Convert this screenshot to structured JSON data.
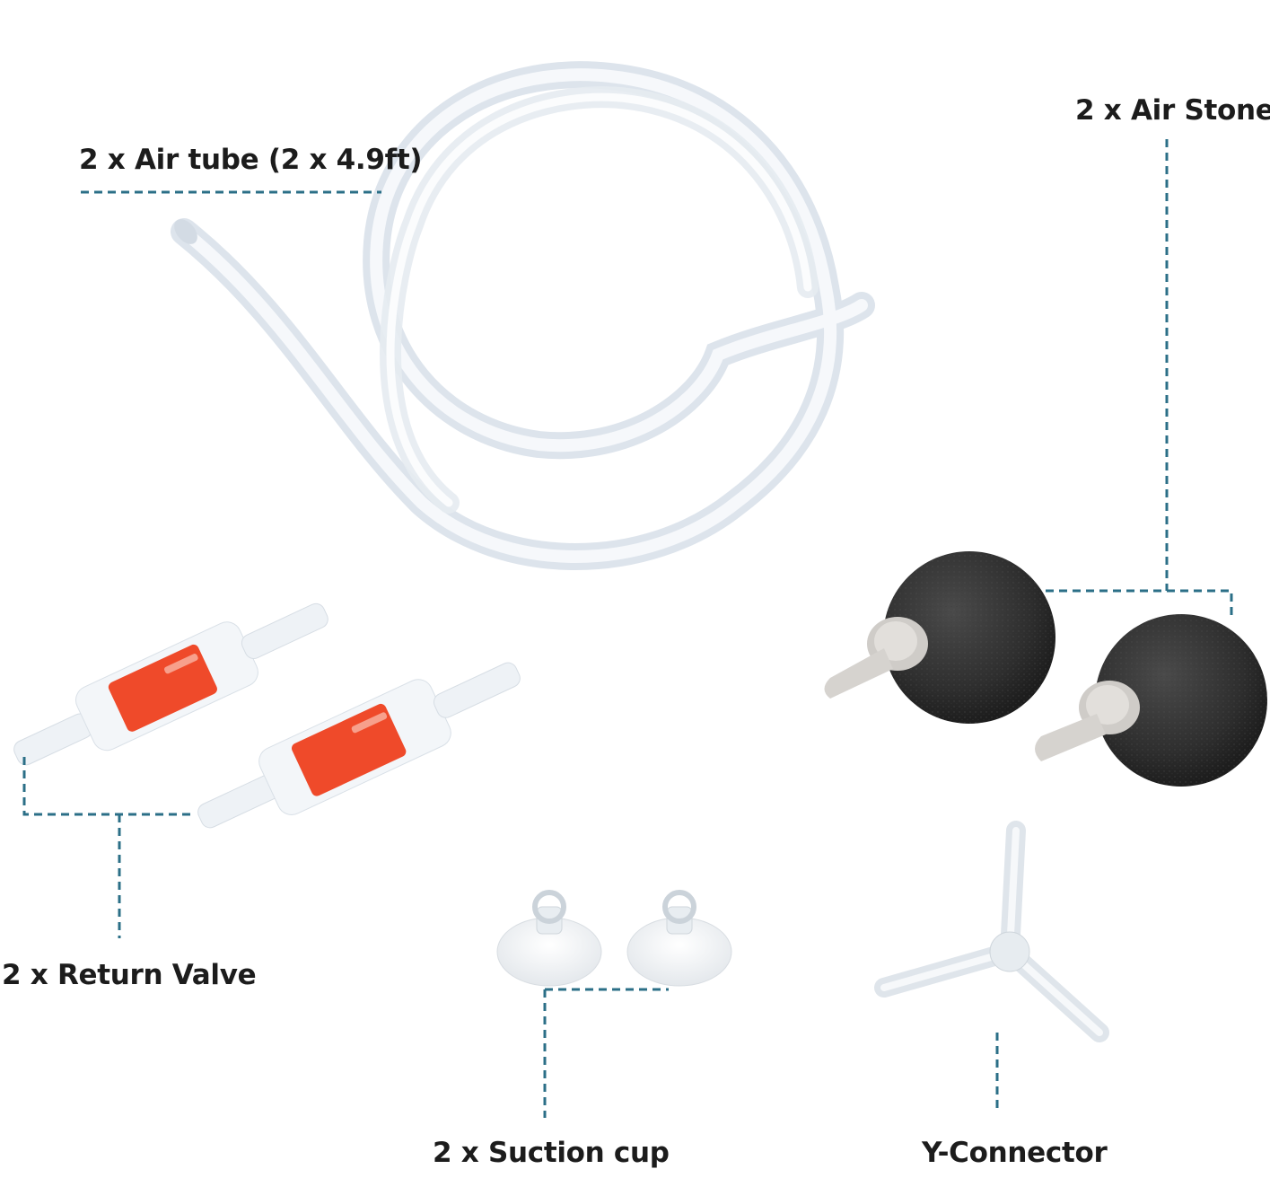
{
  "labels": {
    "air_tube": "2 x Air tube (2 x 4.9ft)",
    "air_stone": "2 x Air Stone",
    "return_valve": "2 x Return Valve",
    "suction_cup": "2 x Suction cup",
    "y_connector": "Y-Connector"
  },
  "colors": {
    "leader_line": "#2b6f87",
    "valve_core": "#ef4a2a",
    "stone": "#2d2d2d",
    "nozzle": "#d9d6d2"
  }
}
